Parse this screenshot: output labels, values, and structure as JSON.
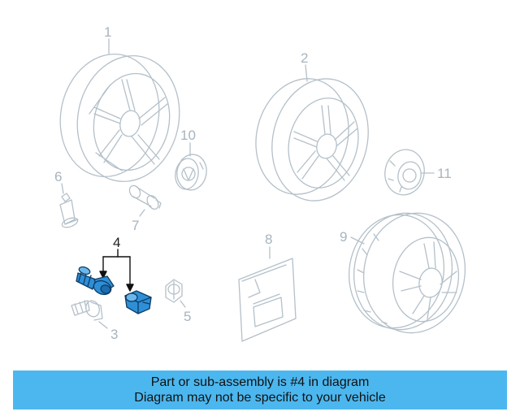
{
  "callouts": {
    "c1": "1",
    "c2": "2",
    "c3": "3",
    "c4": "4",
    "c5": "5",
    "c6": "6",
    "c7": "7",
    "c8": "8",
    "c9": "9",
    "c10": "10",
    "c11": "11"
  },
  "banner": {
    "line1": "Part or sub-assembly is #4 in diagram",
    "line2": "Diagram may not be specific to your vehicle"
  },
  "colors": {
    "line": "#b4c0c9",
    "highlight_fill": "#2e8fd6",
    "highlight_dark": "#0d3c66",
    "banner": "#4cb7ef"
  },
  "highlighted_part": "4"
}
